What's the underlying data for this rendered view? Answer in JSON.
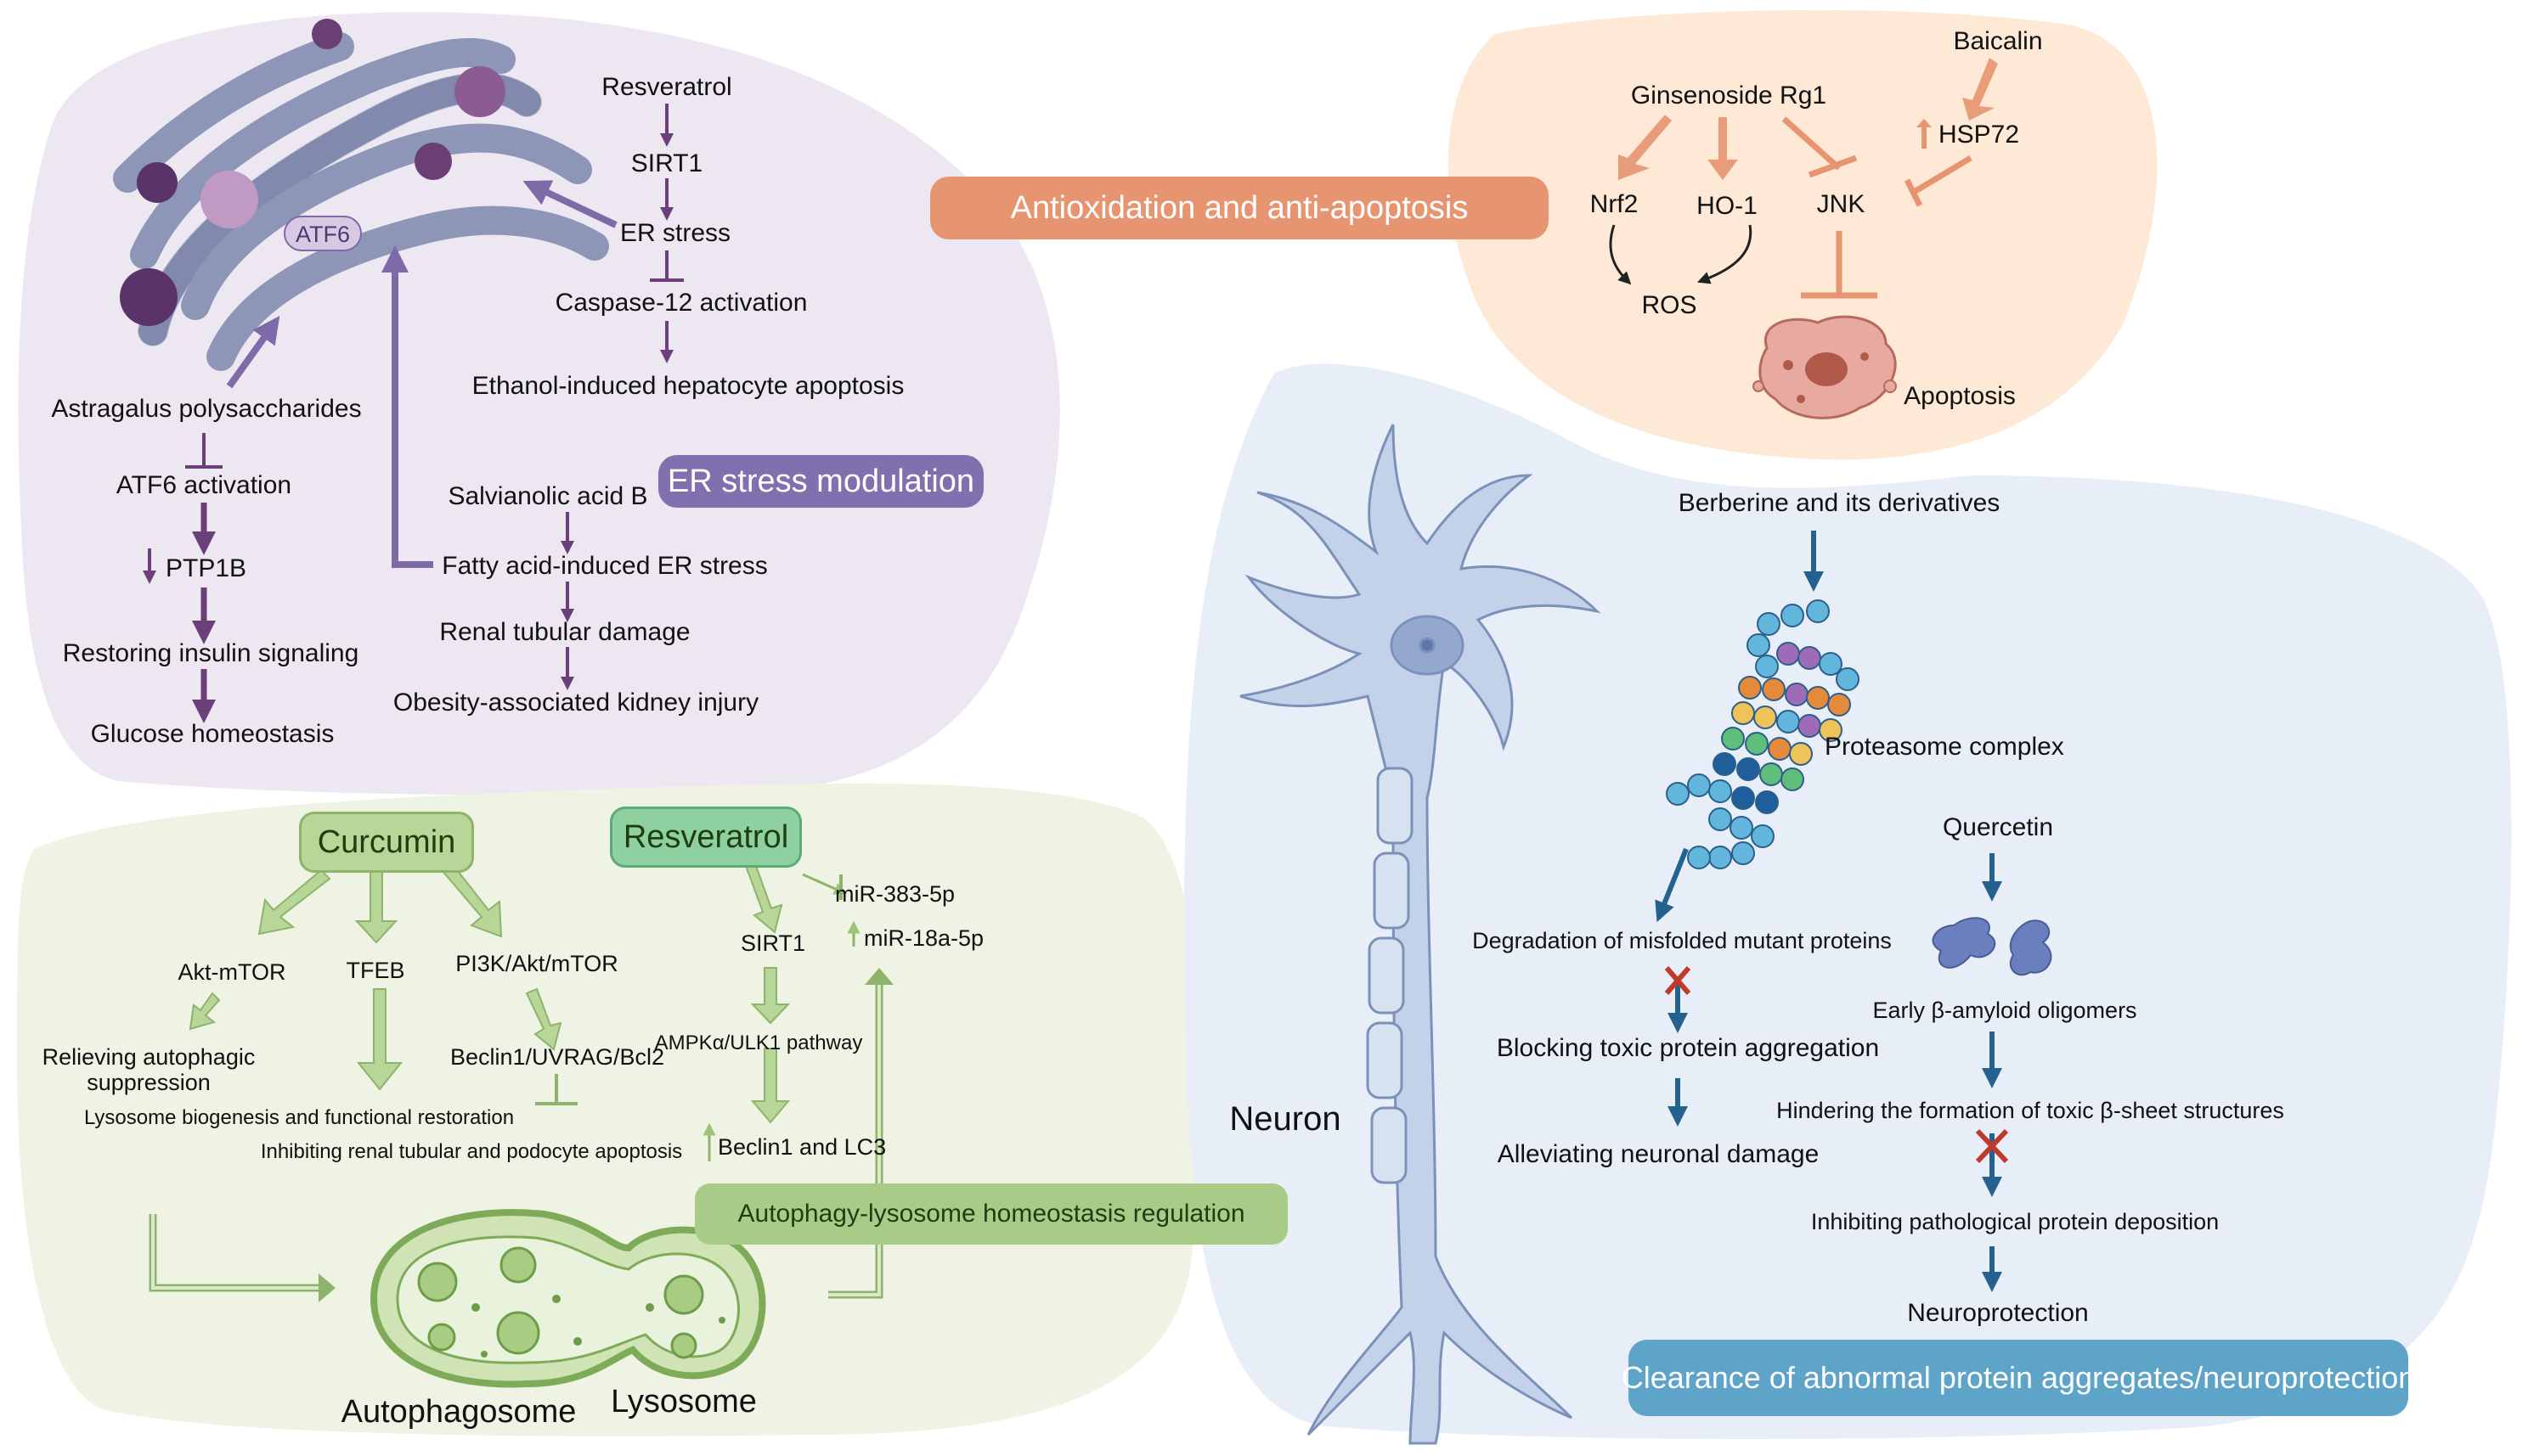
{
  "panels": {
    "er": {
      "title": "ER stress modulation",
      "atf6_badge": "ATF6",
      "resveratrol": "Resveratrol",
      "sirt1": "SIRT1",
      "er_stress": "ER stress",
      "caspase": "Caspase-12 activation",
      "ethanol": "Ethanol-induced hepatocyte apoptosis",
      "astragalus": "Astragalus polysaccharides",
      "atf6_activation": "ATF6 activation",
      "ptp1b": "PTP1B",
      "insulin": "Restoring insulin signaling",
      "glucose": "Glucose homeostasis",
      "salvianolic": "Salvianolic acid B",
      "fatty": "Fatty acid-induced ER stress",
      "renal": "Renal tubular damage",
      "obesity": "Obesity-associated kidney injury"
    },
    "antiox": {
      "title": "Antioxidation and anti-apoptosis",
      "baicalin": "Baicalin",
      "ginsenoside": "Ginsenoside Rg1",
      "hsp72": "HSP72",
      "nrf2": "Nrf2",
      "ho1": "HO-1",
      "jnk": "JNK",
      "ros": "ROS",
      "apoptosis": "Apoptosis"
    },
    "autophagy": {
      "title": "Autophagy-lysosome homeostasis regulation",
      "curcumin": "Curcumin",
      "resveratrol": "Resveratrol",
      "akt_mtor": "Akt-mTOR",
      "tfeb": "TFEB",
      "pi3k": "PI3K/Akt/mTOR",
      "relieving_1": "Relieving autophagic",
      "relieving_2": "suppression",
      "lysosome_bio": "Lysosome biogenesis and functional restoration",
      "beclin_uvrag": "Beclin1/UVRAG/Bcl2",
      "inhibiting_renal": "Inhibiting renal tubular and podocyte apoptosis",
      "sirt1": "SIRT1",
      "mir383": "miR-383-5p",
      "mir18a": "miR-18a-5p",
      "ampk": "AMPKα/ULK1 pathway",
      "beclin_lc3": "Beclin1 and LC3",
      "autophagosome": "Autophagosome",
      "lysosome": "Lysosome"
    },
    "neuro": {
      "title": "Clearance of abnormal protein aggregates/neuroprotection",
      "neuron": "Neuron",
      "berberine": "Berberine and its derivatives",
      "proteasome": "Proteasome complex",
      "degradation": "Degradation of misfolded mutant proteins",
      "blocking": "Blocking toxic protein aggregation",
      "alleviating": "Alleviating neuronal damage",
      "quercetin": "Quercetin",
      "early_beta": "Early β-amyloid oligomers",
      "hindering": "Hindering the formation of toxic β-sheet structures",
      "inhibiting_path": "Inhibiting pathological protein deposition",
      "neuroprotection": "Neuroprotection"
    }
  },
  "colors": {
    "er_bg": "#ede7f2",
    "er_accent": "#7e6aa8",
    "er_arrow": "#6b3f7a",
    "antiox_bg": "#fde9d6",
    "antiox_accent": "#e79470",
    "autophagy_bg": "#eef3e4",
    "autophagy_accent": "#a9cb88",
    "neuro_bg": "#e7eef8",
    "neuro_accent": "#5ea3c8",
    "neuro_arrow": "#23628f"
  }
}
